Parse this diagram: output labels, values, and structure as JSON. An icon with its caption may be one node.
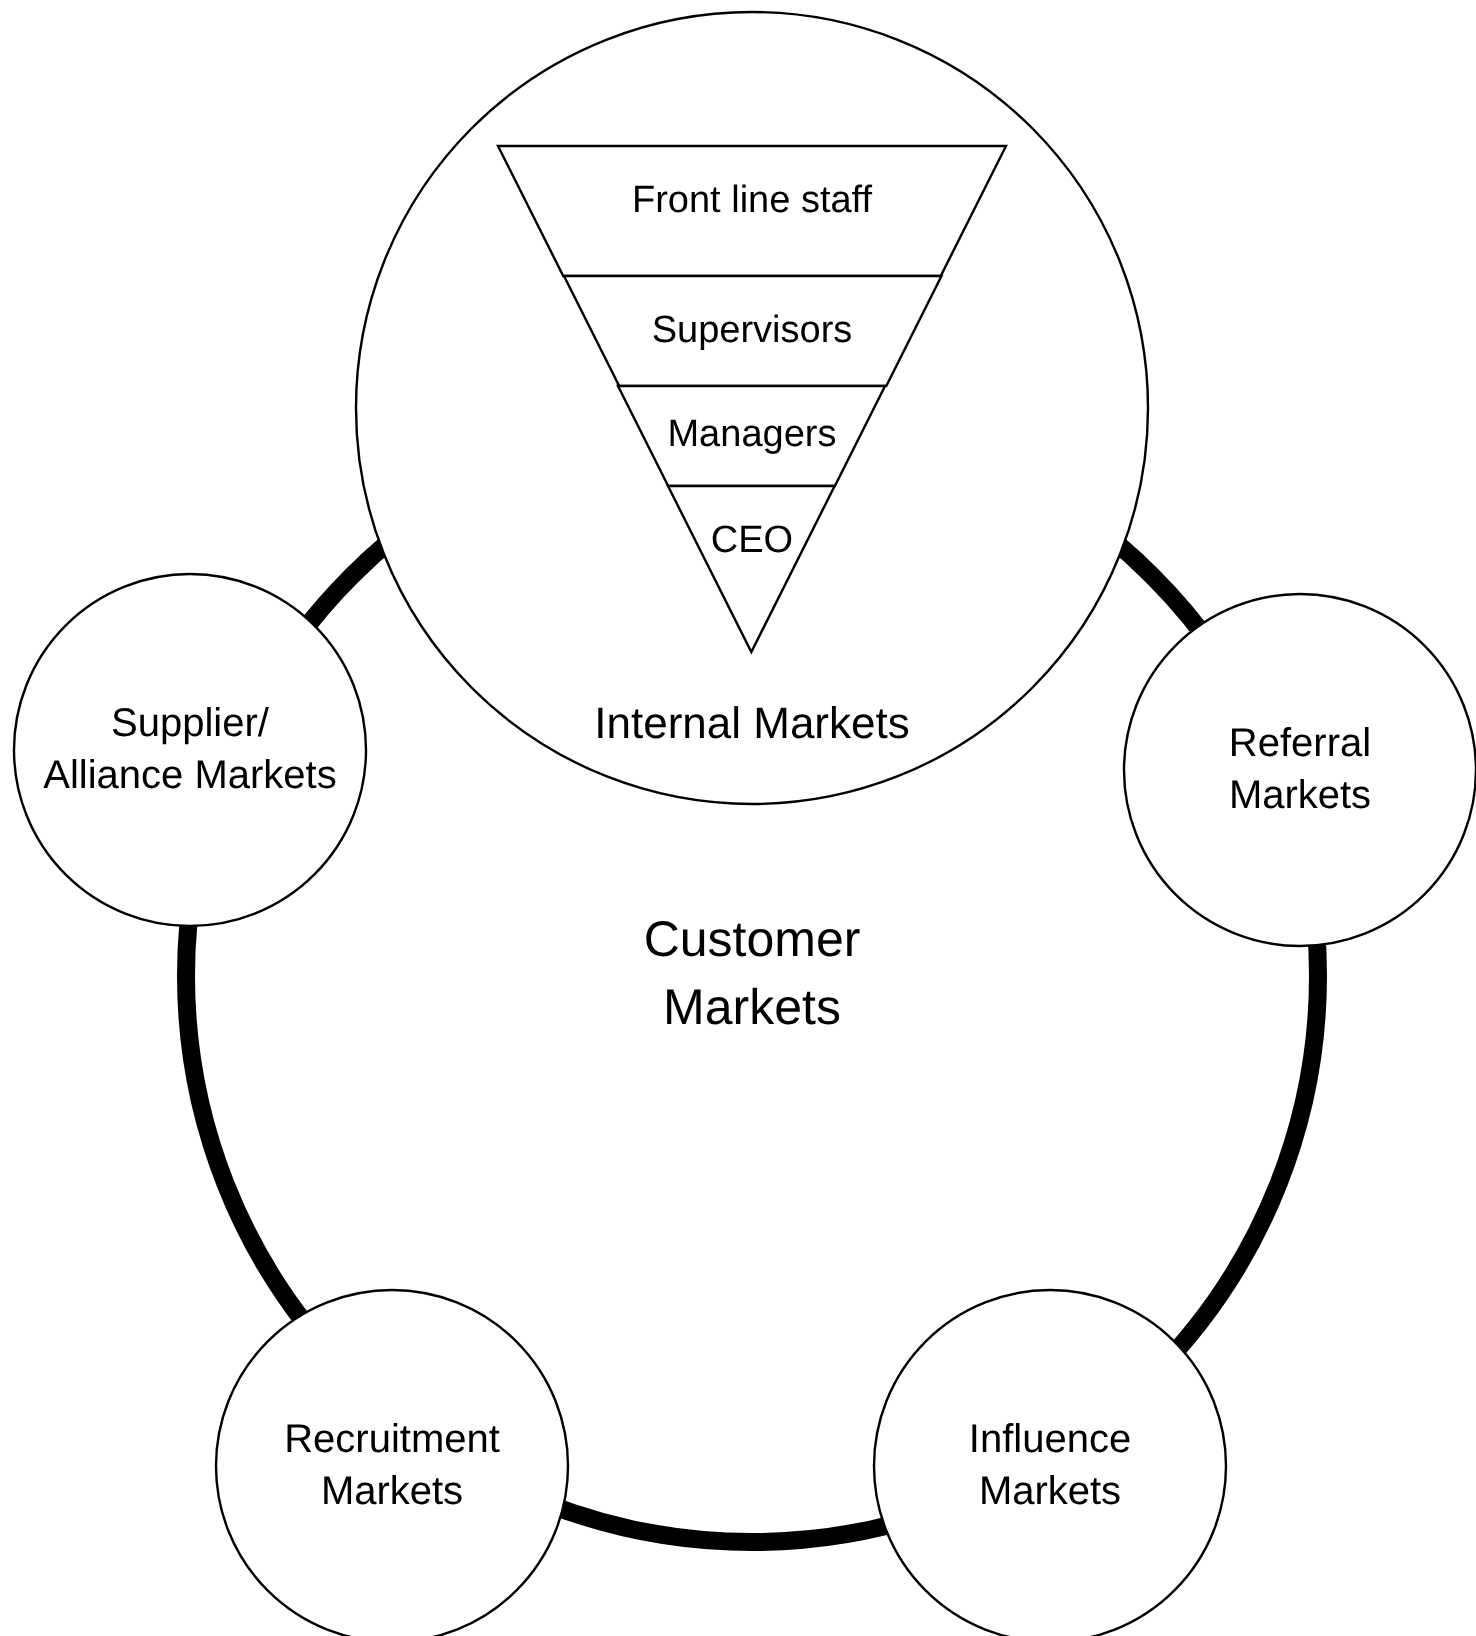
{
  "diagram": {
    "nodes": [
      {
        "text": [
          "Internal Markets"
        ]
      },
      {
        "text": [
          "Front line staff"
        ],
        "in": 0
      },
      {
        "text": [
          "Supervisors"
        ],
        "in": 0
      },
      {
        "text": [
          "Managers"
        ],
        "in": 0
      },
      {
        "text": [
          "CEO"
        ],
        "in": 0
      },
      {
        "text": [
          "Supplier/ Alliance Markets"
        ]
      },
      {
        "text": [
          "Referral Markets"
        ]
      },
      {
        "text": [
          "Customer Markets"
        ]
      },
      {
        "text": [
          "Recruitment Markets"
        ]
      },
      {
        "text": [
          "Influence Markets"
        ]
      }
    ]
  }
}
